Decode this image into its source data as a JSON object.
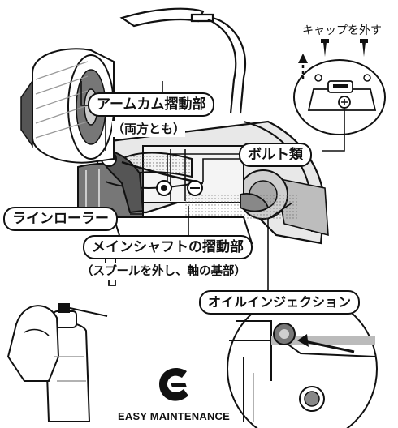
{
  "labels": {
    "cap_note": "キャップを外す",
    "arm_cam": "アームカム摺動部",
    "arm_cam_sub": "（両方とも）",
    "bolts": "ボルト類",
    "line_roller": "ラインローラー",
    "main_shaft": "メインシャフトの摺動部",
    "main_shaft_sub": "（スプールを外し、軸の基部）",
    "oil_injection": "オイルインジェクション"
  },
  "logo": {
    "text": "EASY MAINTENANCE",
    "icon": "easy-maintenance-logo-icon"
  },
  "colors": {
    "ink": "#111111",
    "gray": "#9a9a9a",
    "light_gray": "#d6d6d6",
    "background": "#ffffff"
  }
}
